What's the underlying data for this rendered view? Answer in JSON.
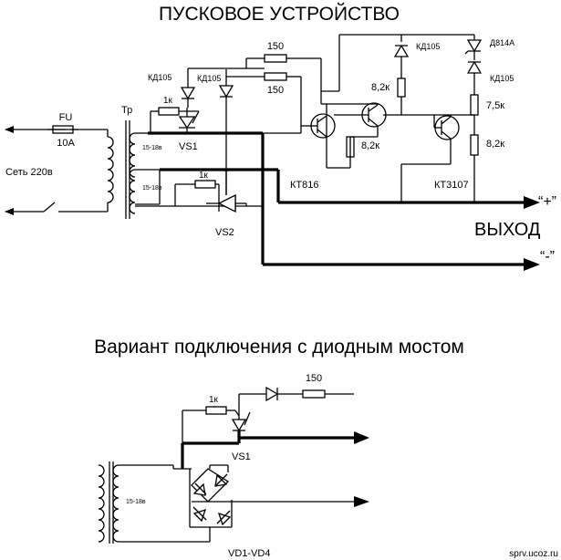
{
  "title": "ПУСКОВОЕ УСТРОЙСТВО",
  "subtitle": "Вариант подключения с диодным мостом",
  "watermark": "sprv.ucoz.ru",
  "labels": {
    "fu": "FU",
    "fu_rating": "10A",
    "mains": "Сеть 220в",
    "tr": "Тр",
    "winding1": "15-18в",
    "winding2": "15-18в",
    "winding_bridge": "15-18в",
    "r_150_a": "150",
    "r_150_b": "150",
    "r_150_c": "150",
    "kd105_1": "КД105",
    "kd105_2": "КД105",
    "kd105_3": "КД105",
    "kd105_4": "КД105",
    "d814a": "Д814А",
    "r_1k_1": "1к",
    "r_1k_2": "1к",
    "r_1k_3": "1к",
    "r_8k2_top": "8,2к",
    "r_8k2_mid": "8,2к",
    "r_8k2_right": "8,2к",
    "r_7k5": "7,5к",
    "vs1": "VS1",
    "vs2": "VS2",
    "vs1_bridge": "VS1",
    "kt816": "КТ816",
    "kt3107": "КТ3107",
    "plus": "“+”",
    "minus": "“-”",
    "output": "ВЫХОД",
    "bridge": "VD1-VD4"
  }
}
